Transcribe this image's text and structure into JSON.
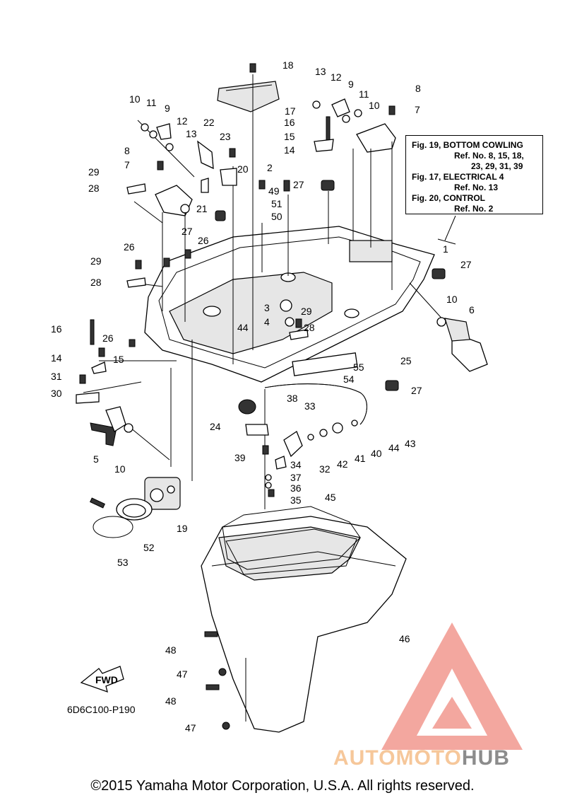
{
  "diagram": {
    "code": "6D6C100-P190",
    "fwd_label": "FWD",
    "copyright": "©2015 Yamaha Motor Corporation, U.S.A. All rights reserved.",
    "watermark": {
      "brand_part1": "AUTOMOTO",
      "brand_part2": "HUB",
      "accent_color": "#f08a80",
      "text_color": "#f6c79a",
      "gray_color": "#8c8c8c"
    },
    "reference_box": {
      "lines": [
        "Fig. 19, BOTTOM COWLING",
        "Ref. No. 8, 15, 18,",
        "23, 29, 31, 39",
        "Fig. 17, ELECTRICAL 4",
        "Ref. No. 13",
        "Fig. 20, CONTROL",
        "Ref. No. 2"
      ]
    },
    "callouts": [
      "18",
      "13",
      "12",
      "9",
      "17",
      "8",
      "11",
      "10",
      "7",
      "16",
      "15",
      "14",
      "10",
      "11",
      "9",
      "12",
      "13",
      "22",
      "23",
      "8",
      "20",
      "2",
      "27",
      "49",
      "51",
      "50",
      "21",
      "29",
      "7",
      "28",
      "27",
      "1",
      "26",
      "26",
      "29",
      "27",
      "28",
      "10",
      "3",
      "29",
      "44",
      "6",
      "4",
      "28",
      "16",
      "26",
      "25",
      "15",
      "14",
      "55",
      "54",
      "31",
      "30",
      "27",
      "38",
      "33",
      "24",
      "43",
      "44",
      "40",
      "41",
      "42",
      "32",
      "39",
      "34",
      "37",
      "36",
      "35",
      "5",
      "10",
      "45",
      "19",
      "52",
      "53",
      "46",
      "48",
      "47",
      "48",
      "47"
    ]
  }
}
